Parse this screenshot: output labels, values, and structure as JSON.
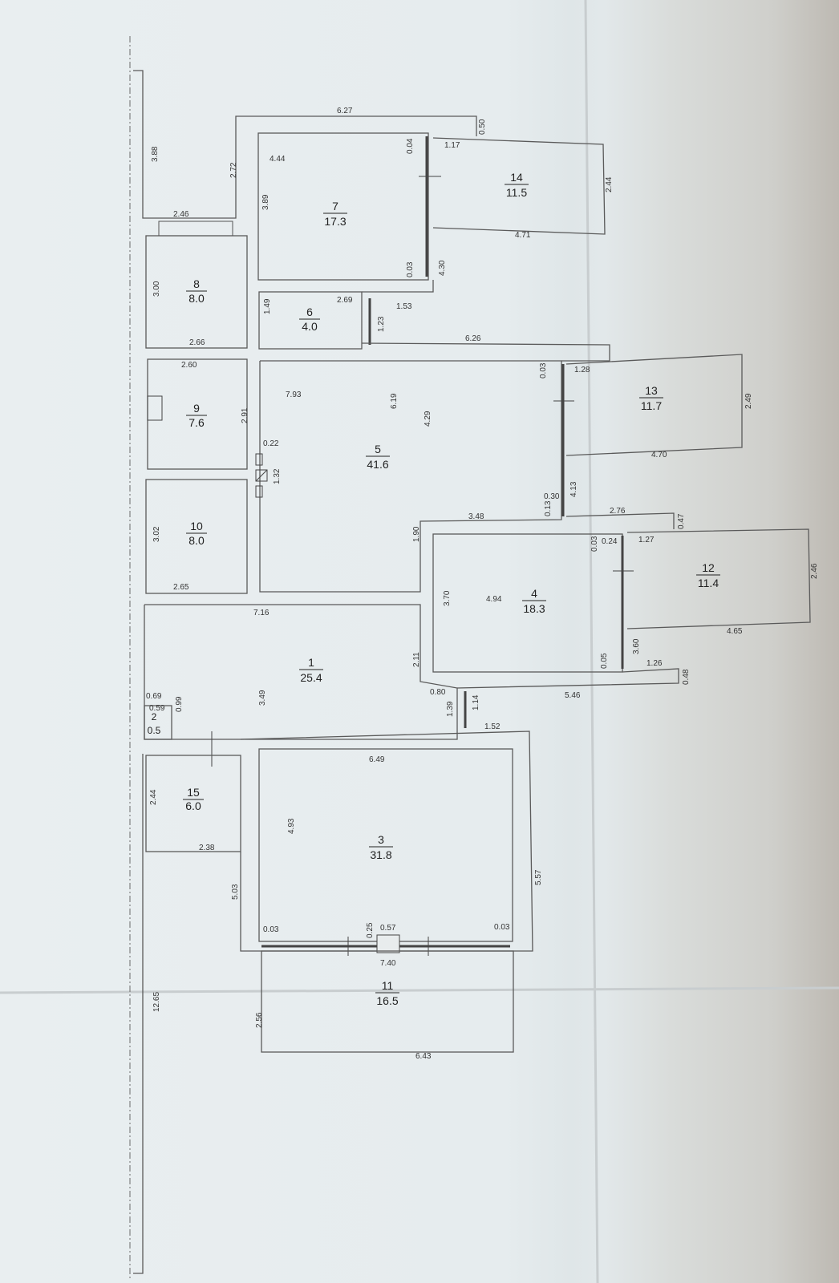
{
  "rooms": {
    "r1": {
      "number": "1",
      "area": "25.4"
    },
    "r2": {
      "number": "2",
      "area": "0.5"
    },
    "r3": {
      "number": "3",
      "area": "31.8"
    },
    "r4": {
      "number": "4",
      "area": "18.3"
    },
    "r5": {
      "number": "5",
      "area": "41.6"
    },
    "r6": {
      "number": "6",
      "area": "4.0"
    },
    "r7": {
      "number": "7",
      "area": "17.3"
    },
    "r8": {
      "number": "8",
      "area": "8.0"
    },
    "r9": {
      "number": "9",
      "area": "7.6"
    },
    "r10": {
      "number": "10",
      "area": "8.0"
    },
    "r11": {
      "number": "11",
      "area": "16.5"
    },
    "r12": {
      "number": "12",
      "area": "11.4"
    },
    "r13": {
      "number": "13",
      "area": "11.7"
    },
    "r14": {
      "number": "14",
      "area": "11.5"
    },
    "r15": {
      "number": "15",
      "area": "6.0"
    }
  },
  "dims": {
    "d627": "6.27",
    "d050": "0.50",
    "d388": "3.88",
    "d272": "2.72",
    "d246": "2.46",
    "d444": "4.44",
    "d004": "0.04",
    "d117": "1.17",
    "d389": "3.89",
    "d244": "2.44",
    "d471": "4.71",
    "d003": "0.03",
    "d430": "4.30",
    "d300": "3.00",
    "d266": "2.66",
    "d149": "1.49",
    "d269": "2.69",
    "d153": "1.53",
    "d123": "1.23",
    "d626": "6.26",
    "d260": "2.60",
    "d291": "2.91",
    "d793": "7.93",
    "d619": "6.19",
    "d429": "4.29",
    "d022": "0.22",
    "d132": "1.32",
    "d003b": "0.03",
    "d128": "1.28",
    "d249": "2.49",
    "d470": "4.70",
    "d413": "4.13",
    "d030": "0.30",
    "d013": "0.13",
    "d348": "3.48",
    "d276": "2.76",
    "d047": "0.47",
    "d190": "1.90",
    "d003c": "0.03",
    "d024": "0.24",
    "d127": "1.27",
    "d246b": "2.46",
    "d265": "2.65",
    "d302": "3.02",
    "d370": "3.70",
    "d494": "4.94",
    "d465": "4.65",
    "d716": "7.16",
    "d211": "2.11",
    "d005": "0.05",
    "d360": "3.60",
    "d126": "1.26",
    "d048": "0.48",
    "d080": "0.80",
    "d546": "5.46",
    "d349": "3.49",
    "d069": "0.69",
    "d059": "0.59",
    "d099": "0.99",
    "d139": "1.39",
    "d114": "1.14",
    "d152": "1.52",
    "d649": "6.49",
    "d244b": "2.44",
    "d238": "2.38",
    "d493": "4.93",
    "d503": "5.03",
    "d557": "5.57",
    "d003d": "0.03",
    "d025": "0.25",
    "d057": "0.57",
    "d003e": "0.03",
    "d740": "7.40",
    "d1265": "12.65",
    "d256": "2.56",
    "d643": "6.43"
  }
}
